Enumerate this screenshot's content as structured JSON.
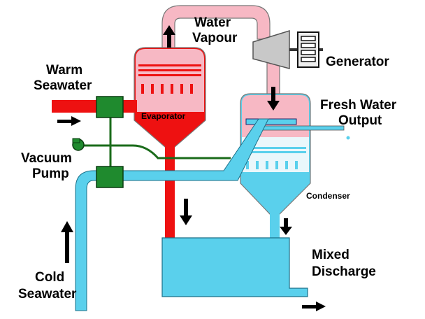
{
  "labels": {
    "water_vapour_1": "Water",
    "water_vapour_2": "Vapour",
    "generator": "Generator",
    "warm_seawater_1": "Warm",
    "warm_seawater_2": "Seawater",
    "evaporator": "Evaporator",
    "fresh_water_1": "Fresh Water",
    "fresh_water_2": "Output",
    "vacuum_pump_1": "Vacuum",
    "vacuum_pump_2": "Pump",
    "condenser": "Condenser",
    "mixed_discharge_1": "Mixed",
    "mixed_discharge_2": "Discharge",
    "cold_seawater_1": "Cold",
    "cold_seawater_2": "Seawater"
  },
  "colors": {
    "warm_red": "#ee1111",
    "vapour_pink": "#f7b8c4",
    "cold_cyan": "#5ad0ec",
    "valve_green": "#1f8a2e",
    "vacuum_line": "#1a6b1a",
    "turbine_gray": "#c8c8c8"
  }
}
